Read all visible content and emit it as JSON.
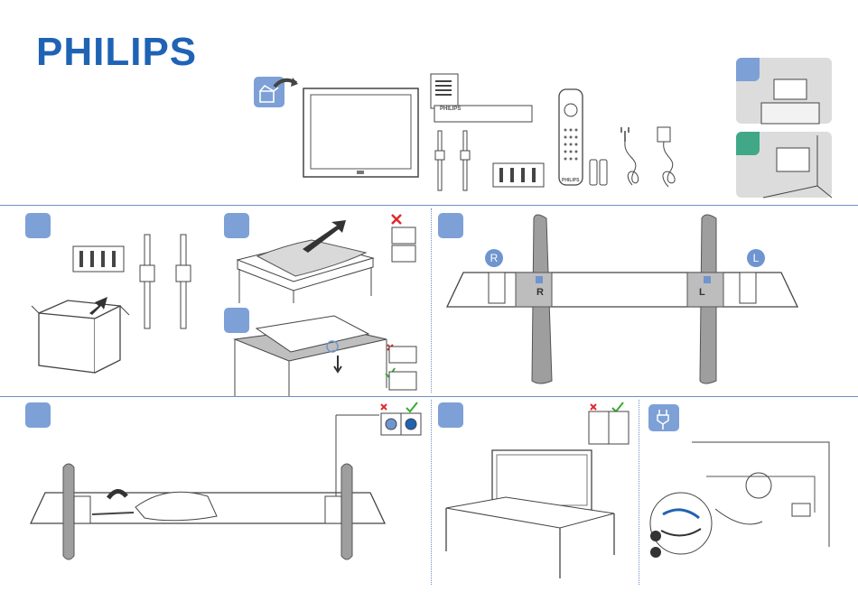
{
  "brand": {
    "logo_text": "PHILIPS",
    "color": "#1f63b4"
  },
  "accent_colors": {
    "step_badge": "#7da0d6",
    "wall_badge": "#41a887",
    "divider": "#6f8fbf",
    "cross": "#e0282e",
    "check": "#3aa935"
  },
  "box_contents": {
    "manual_brand": "PHILIPS",
    "remote_brand": "PHILIPS"
  },
  "stand_labels": {
    "right": "R",
    "left": "L"
  },
  "icons": [
    "box-open-icon",
    "manual-icon",
    "remote-icon",
    "power-cord-icon",
    "batteries-icon",
    "screws-icon",
    "table-mount-icon",
    "wall-mount-icon",
    "cable-icon",
    "cross-icon",
    "check-icon"
  ]
}
